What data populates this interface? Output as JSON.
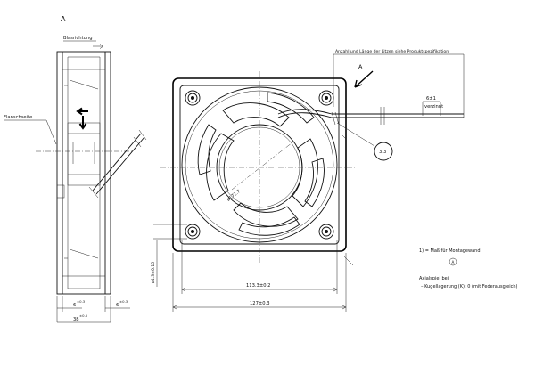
{
  "view_label": "A",
  "side_view": {
    "airflow_label": "Blasrichtung",
    "flange_label": "Flanschseite",
    "dim_flange_left": "6",
    "dim_flange_left_tol": "±0.3",
    "dim_flange_right": "6",
    "dim_flange_right_tol": "±0.3",
    "dim_depth": "38",
    "dim_depth_tol": "±0.5"
  },
  "front_view": {
    "note_leads": "Anzahl und Länge der Litzen siehe Produktspezifikation",
    "view_arrow_label": "A",
    "lead_dim": "6±1",
    "lead_note": "verzinnt",
    "balloon": "3.3",
    "dim_diameter": "ø172.7",
    "dim_hole": "ø4.3±0.15",
    "dim_hole_spacing": "113.3±0.2",
    "dim_width": "127±0.3"
  },
  "notes": {
    "footnote": "1) = Maß für Montagewand",
    "symbol": "A",
    "axial_title": "Axialspiel bei",
    "axial_line": "– Kugellagerung (K): 0 (mit Federausgleich)"
  }
}
